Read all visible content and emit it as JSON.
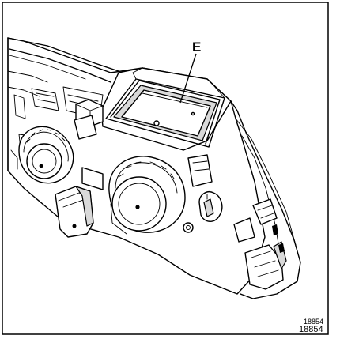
{
  "diagram": {
    "callout_label": "E",
    "reference_small": "18854",
    "reference_large": "18854"
  },
  "colors": {
    "line": "#000000",
    "background": "#ffffff",
    "shade": "#d9d9d9"
  }
}
